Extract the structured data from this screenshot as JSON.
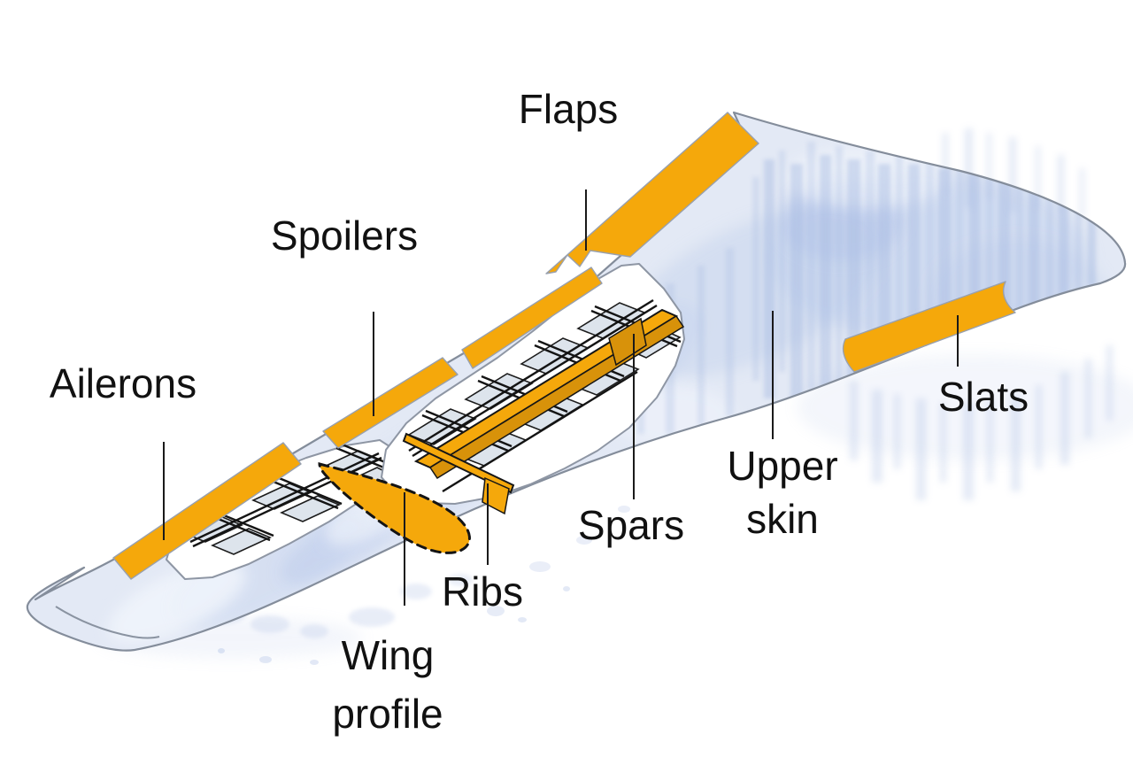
{
  "diagram": {
    "type": "aircraft-wing-structure-cutaway",
    "labels": {
      "flaps": "Flaps",
      "spoilers": "Spoilers",
      "ailerons": "Ailerons",
      "slats": "Slats",
      "upper_skin": [
        "Upper",
        "skin"
      ],
      "spars": "Spars",
      "ribs": "Ribs",
      "wing_profile": [
        "Wing",
        "profile"
      ]
    },
    "colors": {
      "accent_orange": "#F5A80B",
      "accent_orange_dark": "#D8920A",
      "skin_blue": "#DFE6F4",
      "streak_blue": "#A9BCE2",
      "outline_gray": "#848D9B",
      "label_black": "#111111"
    }
  }
}
